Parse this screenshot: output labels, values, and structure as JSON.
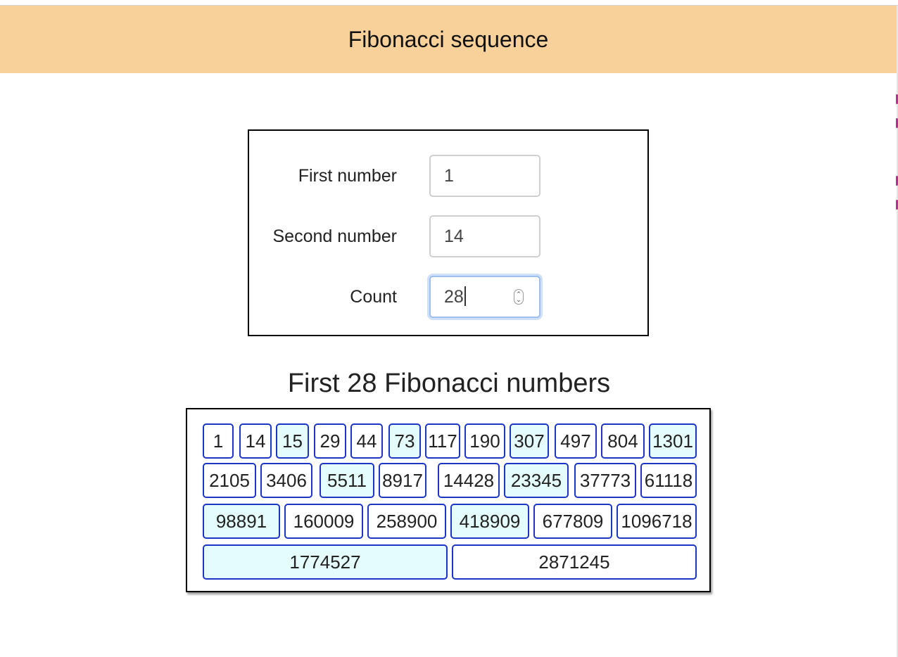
{
  "header": {
    "title": "Fibonacci sequence"
  },
  "form": {
    "first_label": "First number",
    "first_value": "1",
    "second_label": "Second number",
    "second_value": "14",
    "count_label": "Count",
    "count_value": "28"
  },
  "result": {
    "title": "First 28 Fibonacci numbers",
    "numbers": [
      "1",
      "14",
      "15",
      "29",
      "44",
      "73",
      "117",
      "190",
      "307",
      "497",
      "804",
      "1301",
      "2105",
      "3406",
      "5511",
      "8917",
      "14428",
      "23345",
      "37773",
      "61118",
      "98891",
      "160009",
      "258900",
      "418909",
      "677809",
      "1096718",
      "1774527",
      "2871245"
    ]
  },
  "colors": {
    "header_bg": "#f8d19a",
    "cell_border": "#1d34c9",
    "cell_highlight": "#e4fcfc"
  }
}
